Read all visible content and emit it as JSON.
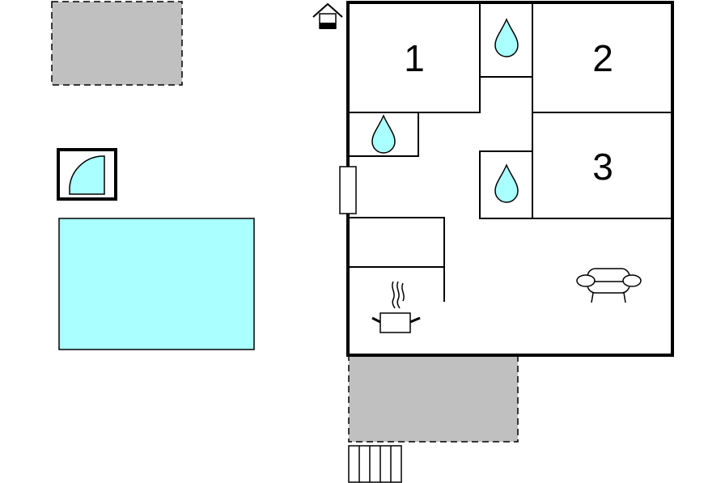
{
  "floorplan": {
    "rooms": [
      {
        "id": "bedroom-1",
        "label": "1"
      },
      {
        "id": "bedroom-2",
        "label": "2"
      },
      {
        "id": "bedroom-3",
        "label": "3"
      }
    ],
    "icons": {
      "entrance": "house-entrance-icon",
      "bathroom": "water-drop-icon",
      "kitchen": "cooking-pot-icon",
      "living_room": "sofa-icon",
      "shower": "quarter-circle-shower-icon",
      "stairs": "stairs-icon"
    },
    "colors": {
      "wall": "#000000",
      "pool": "#aaffff",
      "terrace": "#c0c0c0",
      "water_drop": "#aaffff"
    }
  }
}
